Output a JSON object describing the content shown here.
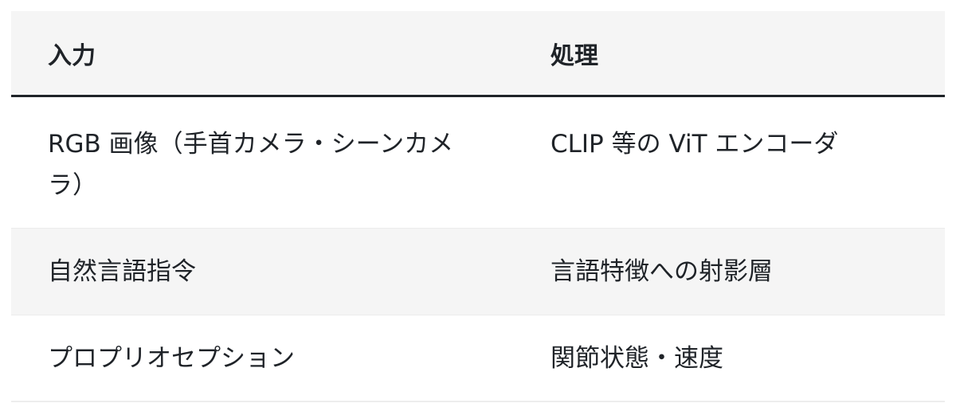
{
  "table": {
    "headers": [
      "入力",
      "処理"
    ],
    "rows": [
      [
        "RGB 画像（手首カメラ・シーンカメラ）",
        "CLIP 等の ViT エンコーダ"
      ],
      [
        "自然言語指令",
        "言語特徴への射影層"
      ],
      [
        "プロプリオセプション",
        "関節状態・速度"
      ]
    ]
  }
}
